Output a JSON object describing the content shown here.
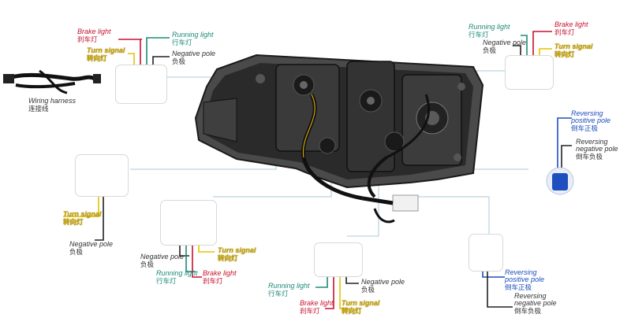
{
  "labels": {
    "wiring_harness": {
      "en": "Wiring harness",
      "cn": "连接线"
    },
    "c1_brake": {
      "en": "Brake light",
      "cn": "刹车灯"
    },
    "c1_running": {
      "en": "Running light",
      "cn": "行车灯"
    },
    "c1_turn": {
      "en": "Turn signal",
      "cn": "转向灯"
    },
    "c1_negative": {
      "en": "Negative pole",
      "cn": "负极"
    },
    "c2_running": {
      "en": "Running light",
      "cn": "行车灯"
    },
    "c2_brake": {
      "en": "Brake light",
      "cn": "刹车灯"
    },
    "c2_negative": {
      "en": "Negative pole",
      "cn": "负极"
    },
    "c2_turn": {
      "en": "Turn signal",
      "cn": "转向灯"
    },
    "c3_rev_pos": {
      "en": "Reversing positive pole",
      "cn": "倒车正极"
    },
    "c3_rev_neg": {
      "en": "Reversing negative pole",
      "cn": "倒车负极"
    },
    "c4_turn": {
      "en": "Turn signal",
      "cn": "转向灯"
    },
    "c4_negative": {
      "en": "Negative pole",
      "cn": "负极"
    },
    "c5_negative": {
      "en": "Negative pole",
      "cn": "负极"
    },
    "c5_turn": {
      "en": "Turn signal",
      "cn": "转向灯"
    },
    "c5_running": {
      "en": "Running light",
      "cn": "行车灯"
    },
    "c5_brake": {
      "en": "Brake light",
      "cn": "刹车灯"
    },
    "c6_running": {
      "en": "Running light",
      "cn": "行车灯"
    },
    "c6_negative": {
      "en": "Negative pole",
      "cn": "负极"
    },
    "c6_brake": {
      "en": "Brake light",
      "cn": "刹车灯"
    },
    "c6_turn": {
      "en": "Turn signal",
      "cn": "转向灯"
    },
    "c7_rev_pos": {
      "en": "Reversing positive pole",
      "cn": "倒车正极"
    },
    "c7_rev_neg": {
      "en": "Reversing negative pole",
      "cn": "倒车负极"
    }
  },
  "colors": {
    "brake": "#c8102e",
    "running": "#1c8a7a",
    "turn": "#e6c200",
    "negative": "#222222",
    "positive": "#1e4fbf",
    "connector_line": "#a8c8d8"
  }
}
